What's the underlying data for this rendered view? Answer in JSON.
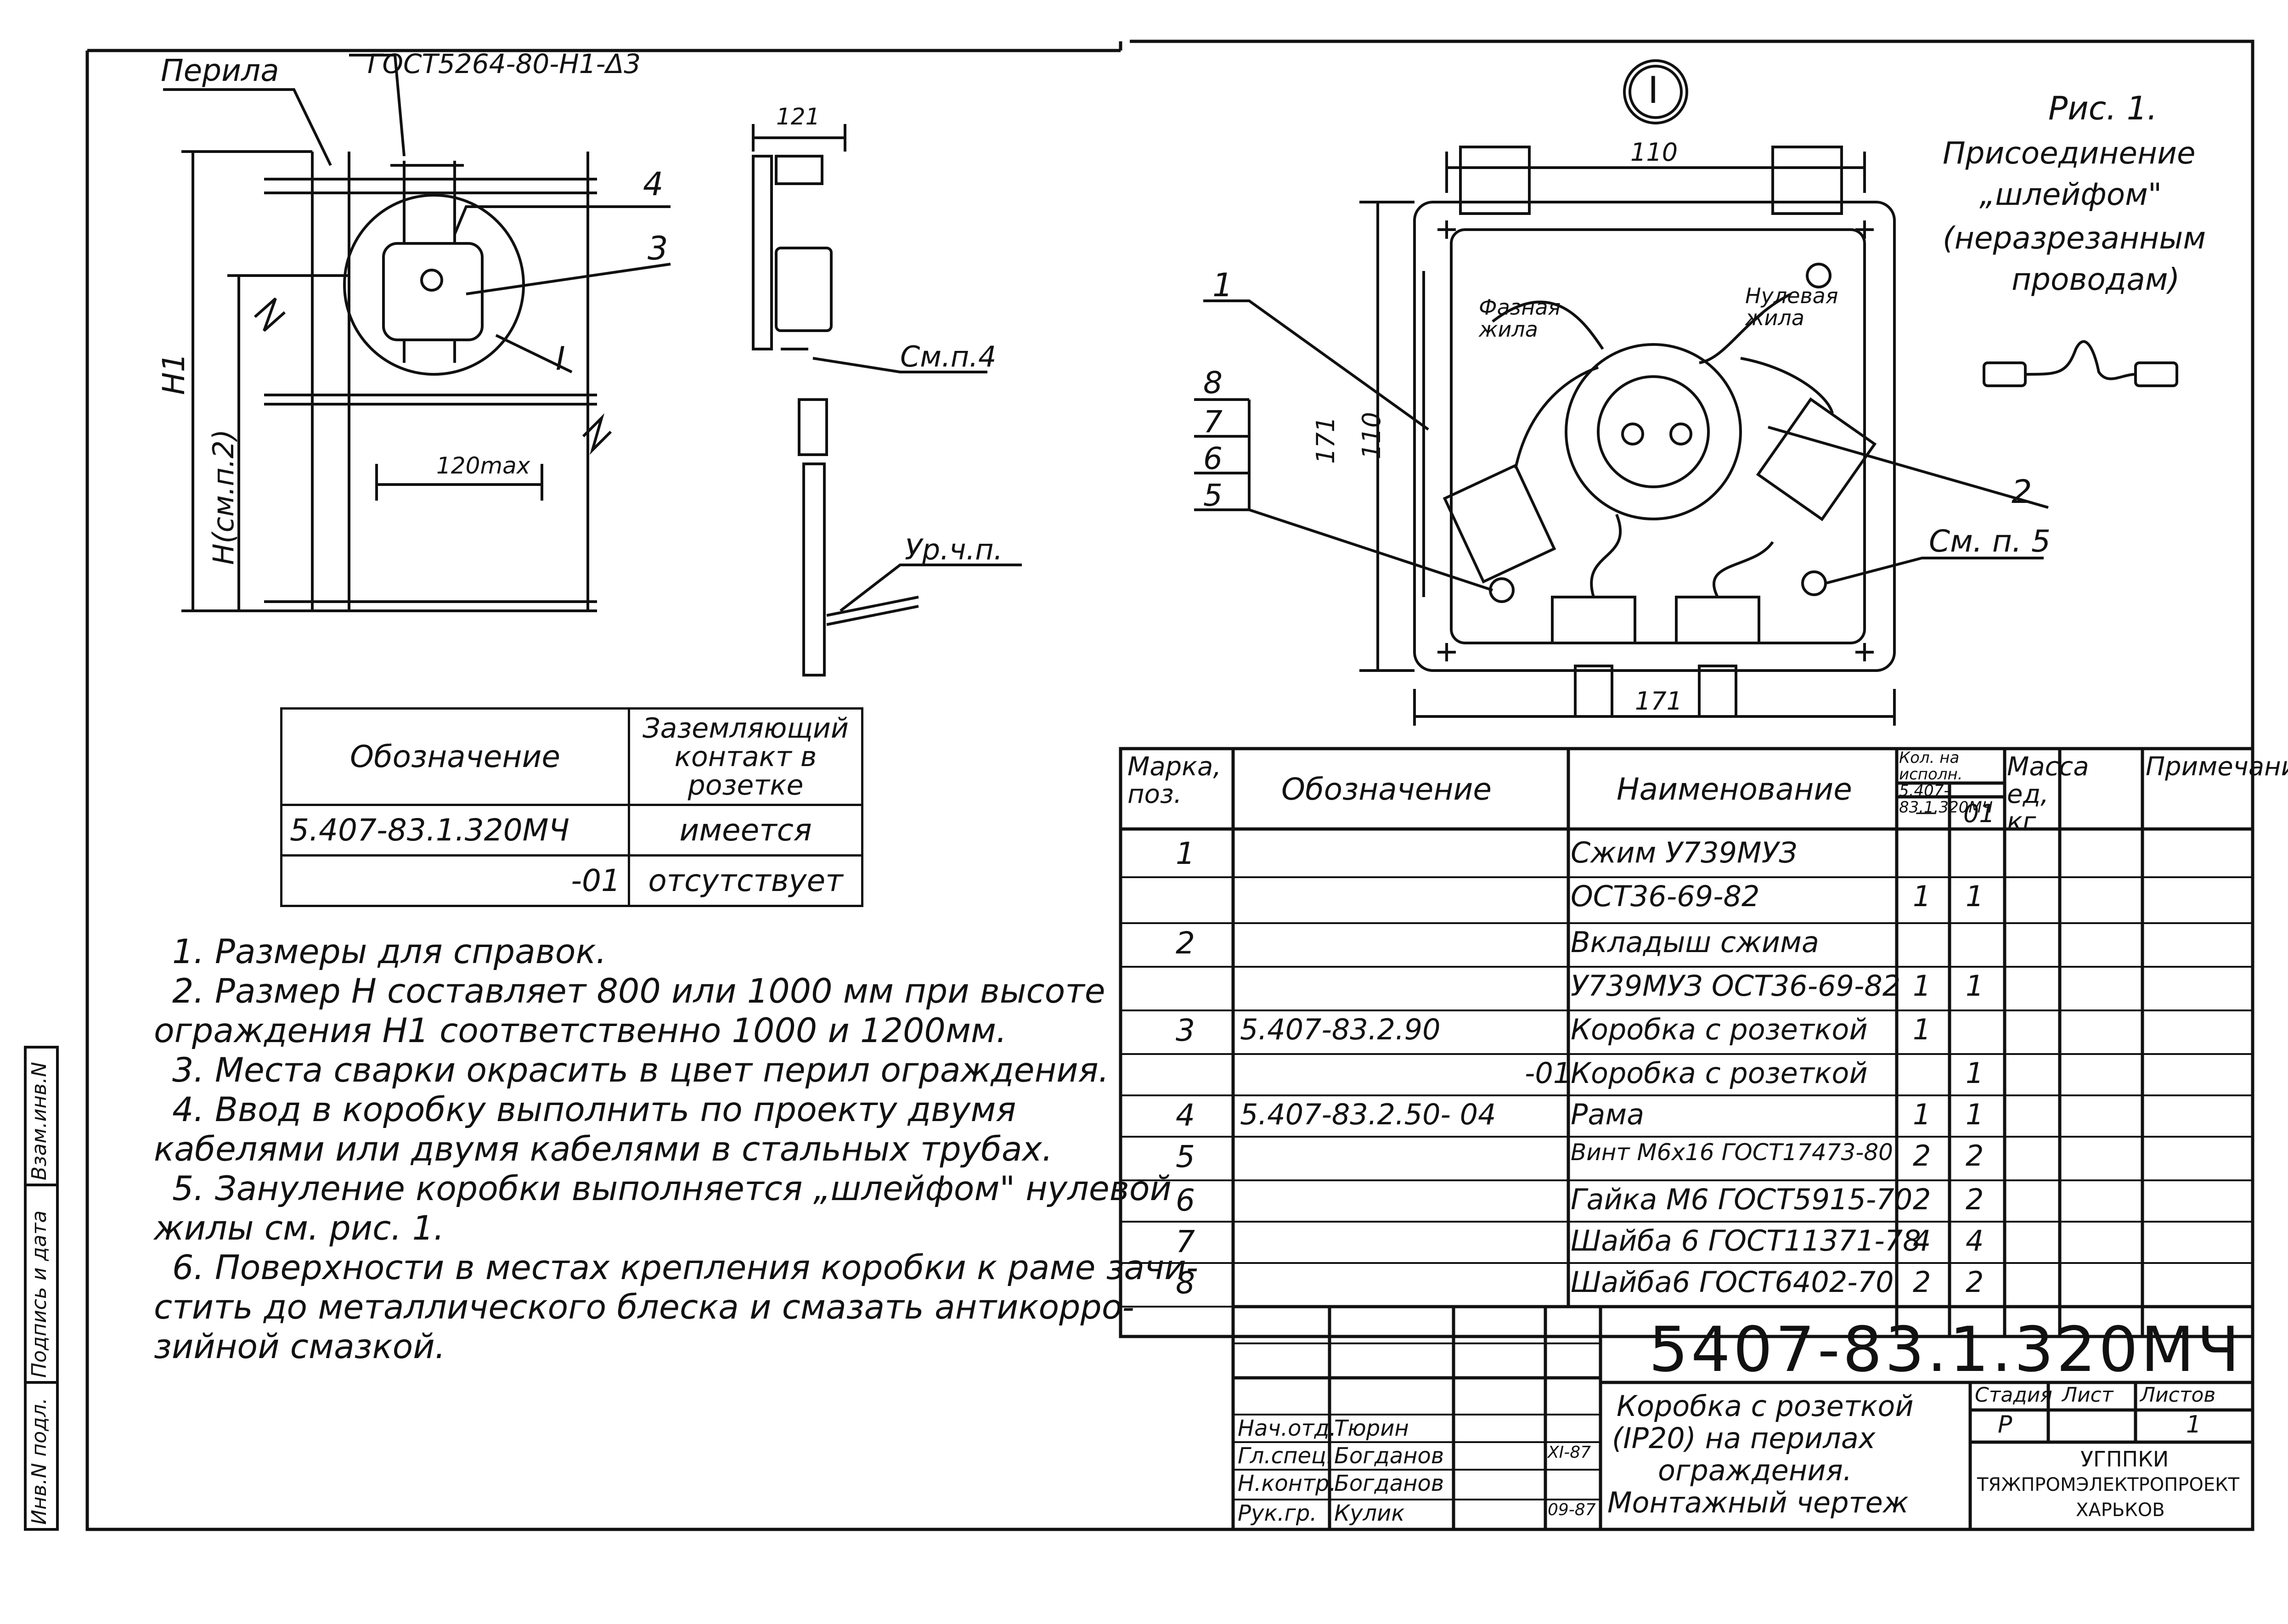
{
  "left_drawing": {
    "perila_label": "Перила",
    "gost_weld": "ГОСТ5264-80-Н1-Δ3",
    "pos4": "4",
    "pos3": "3",
    "view_mark": "I",
    "h1": "H1",
    "h_note": "H(см.п.2)",
    "dim_120max": "120max",
    "dim_121": "121",
    "see_p4": "См.п.4",
    "level": "Ур.ч.п."
  },
  "variant_table": {
    "header_designation": "Обозначение",
    "header_contact": "Заземляющий контакт в розетке",
    "rows": [
      {
        "designation": "5.407-83.1.320МЧ",
        "contact": "имеется"
      },
      {
        "designation": "-01",
        "contact": "отсутствует"
      }
    ]
  },
  "notes": [
    "1. Размеры для справок.",
    "2. Размер Н составляет 800 или 1000 мм при высоте",
    "ограждения Н1 соответственно 1000 и 1200мм.",
    "3. Места сварки окрасить в цвет перил ограждения.",
    "4. Ввод в коробку выполнить по проекту двумя",
    "кабелями или двумя кабелями в стальных трубах.",
    "5. Зануление коробки выполняется „шлейфом\" нулевой",
    "жилы см. рис. 1.",
    "6. Поверхности в местах крепления коробки к раме зачи-",
    "стить до металлического блеска и смазать антикорро-",
    "зийной смазкой."
  ],
  "right_drawing": {
    "view_mark": "I",
    "fig_title": "Рис. 1.",
    "fig_line1": "Присоединение",
    "fig_line2": "„шлейфом\"",
    "fig_line3": "(неразрезанным",
    "fig_line4": "проводам)",
    "dim_110_top": "110",
    "dim_171_left": "171",
    "dim_110_left": "110",
    "dim_171_bottom": "171",
    "phase_wire": "Фазная жила",
    "neutral_wire": "Нулевая жила",
    "pos1": "1",
    "pos2": "2",
    "pos8": "8",
    "pos7": "7",
    "pos6": "6",
    "pos5": "5",
    "see_p5": "См. п. 5"
  },
  "bom": {
    "h_pos": "Марка, поз.",
    "h_designation": "Обозначение",
    "h_name": "Наименование",
    "h_qty": "Кол. на исполн. 5.407-83.1.320МЧ",
    "h_qty_base": "—",
    "h_qty_01": "01",
    "h_mass": "Масса ед, кг",
    "h_note": "Примечание",
    "rows": [
      {
        "pos": "1",
        "designation": "",
        "name": "Сжим У739МУЗ",
        "q1": "",
        "q2": ""
      },
      {
        "pos": "",
        "designation": "",
        "name": "ОСТ36-69-82",
        "q1": "1",
        "q2": "1"
      },
      {
        "pos": "2",
        "designation": "",
        "name": "Вкладыш сжима",
        "q1": "",
        "q2": ""
      },
      {
        "pos": "",
        "designation": "",
        "name": "У739МУЗ ОСТ36-69-82",
        "q1": "1",
        "q2": "1"
      },
      {
        "pos": "3",
        "designation": "5.407-83.2.90",
        "name": "Коробка с розеткой",
        "q1": "1",
        "q2": ""
      },
      {
        "pos": "",
        "designation": "-01",
        "name": "Коробка с розеткой",
        "q1": "",
        "q2": "1"
      },
      {
        "pos": "4",
        "designation": "5.407-83.2.50- 04",
        "name": "Рама",
        "q1": "1",
        "q2": "1"
      },
      {
        "pos": "5",
        "designation": "",
        "name": "Винт М6х16 ГОСТ17473-80",
        "q1": "2",
        "q2": "2"
      },
      {
        "pos": "6",
        "designation": "",
        "name": "Гайка М6 ГОСТ5915-70",
        "q1": "2",
        "q2": "2"
      },
      {
        "pos": "7",
        "designation": "",
        "name": "Шайба 6 ГОСТ11371-78",
        "q1": "4",
        "q2": "4"
      },
      {
        "pos": "8",
        "designation": "",
        "name": "Шайба6 ГОСТ6402-70",
        "q1": "2",
        "q2": "2"
      }
    ]
  },
  "title_block": {
    "doc_number": "5407-83.1.320МЧ",
    "title_l1": "Коробка с розеткой",
    "title_l2": "(IP20) на перилах",
    "title_l3": "ограждения.",
    "title_l4": "Монтажный чертеж",
    "stage_label": "Стадия",
    "sheet_label": "Лист",
    "sheets_label": "Листов",
    "stage": "Р",
    "sheets": "1",
    "org1": "УГППКИ",
    "org2": "ТЯЖПРОМЭЛЕКТРОПРОЕКТ",
    "org3": "ХАРЬКОВ",
    "people": [
      {
        "role": "Нач.отд.",
        "name": "Тюрин",
        "date": ""
      },
      {
        "role": "Гл.спец.",
        "name": "Богданов",
        "date": "XI-87"
      },
      {
        "role": "Н.контр.",
        "name": "Богданов",
        "date": ""
      },
      {
        "role": "Рук.гр.",
        "name": "Кулик",
        "date": "09-87"
      }
    ]
  },
  "side_stamp": {
    "inv_podl": "Инв.N подл.",
    "sign_date": "Подпись и дата",
    "vzam": "Взам.инв.N"
  }
}
